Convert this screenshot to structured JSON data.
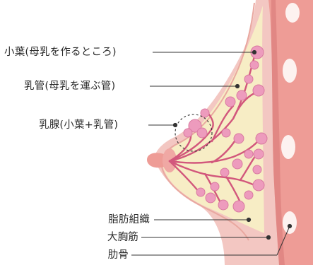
{
  "labels": {
    "lobule": "小葉(母乳を作るところ)",
    "milk_duct": "乳管(母乳を運ぶ管)",
    "mammary_gland": "乳腺(小葉+乳管)",
    "fat_tissue": "脂肪組織",
    "pectoral_muscle": "大胸筋",
    "rib": "肋骨"
  },
  "colors": {
    "skin_outer": "#f3c7c2",
    "skin_line": "#e9a8a0",
    "fat": "#f7edc5",
    "muscle": "#ee9c96",
    "muscle_dark": "#d97a78",
    "rib": "#fdf2f0",
    "duct": "#d2577c",
    "lobule": "#ed9bbd",
    "lobule_edge": "#d97aa0",
    "leader": "#333333"
  }
}
